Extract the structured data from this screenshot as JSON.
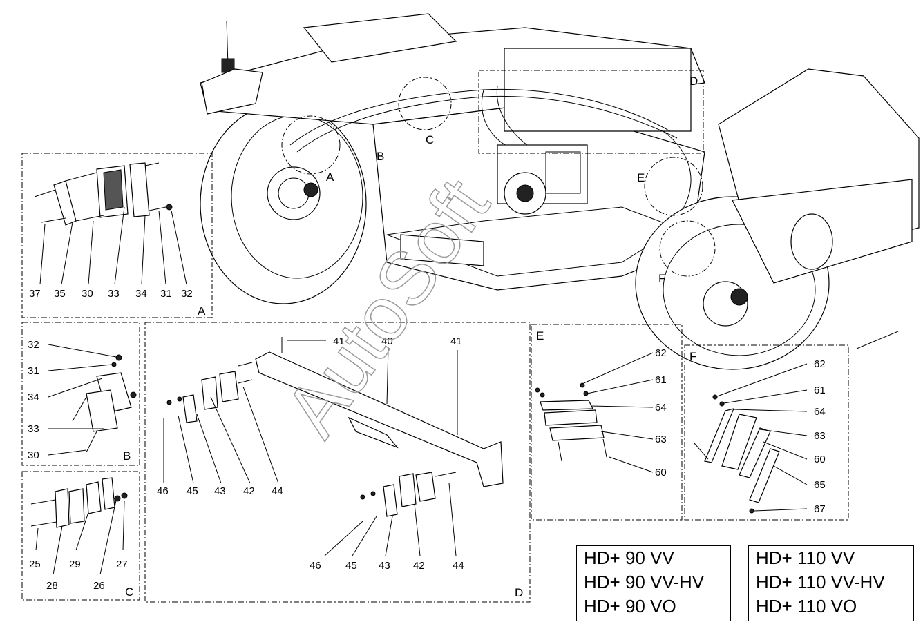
{
  "callouts": {
    "A": "A",
    "B": "B",
    "C": "C",
    "D": "D",
    "E": "E",
    "F": "F"
  },
  "detail_A": {
    "tag": "A",
    "labels": [
      "37",
      "35",
      "30",
      "33",
      "34",
      "31",
      "32"
    ]
  },
  "detail_B": {
    "tag": "B",
    "labels": [
      "32",
      "31",
      "34",
      "33",
      "30"
    ]
  },
  "detail_C": {
    "tag": "C",
    "labels": [
      "25",
      "28",
      "29",
      "26",
      "27"
    ]
  },
  "detail_D": {
    "tag": "D",
    "labels": [
      "41",
      "40",
      "41",
      "46",
      "45",
      "43",
      "42",
      "44",
      "46",
      "45",
      "43",
      "42",
      "44"
    ]
  },
  "detail_E": {
    "tag": "E",
    "labels": [
      "62",
      "61",
      "64",
      "63",
      "60"
    ]
  },
  "detail_F": {
    "tag": "F",
    "labels": [
      "62",
      "61",
      "64",
      "63",
      "60",
      "65",
      "67"
    ]
  },
  "models_left": [
    "HD+ 90 VV",
    "HD+ 90 VV-HV",
    "HD+ 90 VO"
  ],
  "models_right": [
    "HD+ 110 VV",
    "HD+ 110 VV-HV",
    "HD+ 110 VO"
  ],
  "watermark": "AutoSoft"
}
